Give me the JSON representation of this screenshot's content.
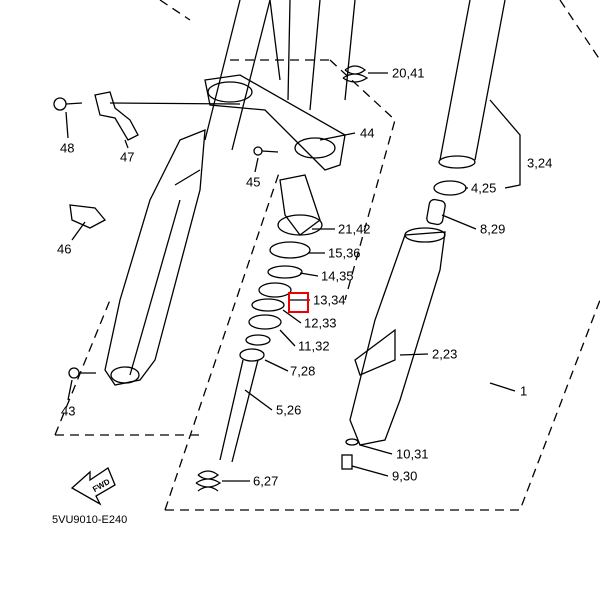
{
  "diagram": {
    "code": "5VU9010-E240",
    "fwd_arrow_text": "FWD",
    "highlight_color": "#e00000",
    "labels": {
      "p20_41": "20,41",
      "p44": "44",
      "p48": "48",
      "p47": "47",
      "p45": "45",
      "p3_24": "3,24",
      "p4_25": "4,25",
      "p46": "46",
      "p21_42": "21,42",
      "p8_29": "8,29",
      "p15_36": "15,36",
      "p14_35": "14,35",
      "p13_34": "13,34",
      "p12_33": "12,33",
      "p11_32": "11,32",
      "p2_23": "2,23",
      "p7_28": "7,28",
      "p43": "43",
      "p5_26": "5,26",
      "p1": "1",
      "p10_31": "10,31",
      "p9_30": "9,30",
      "p6_27": "6,27"
    }
  }
}
